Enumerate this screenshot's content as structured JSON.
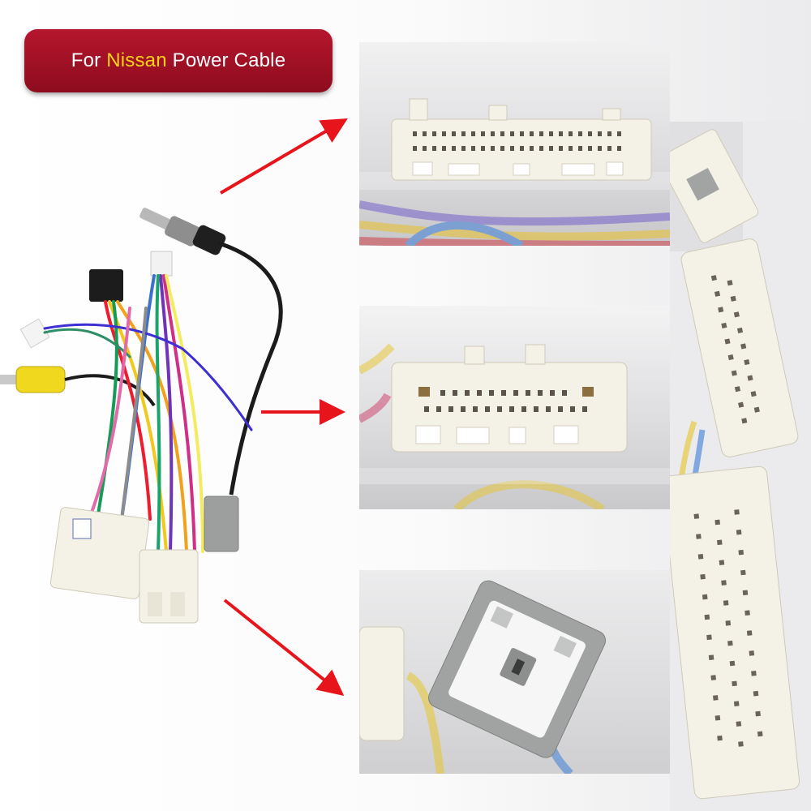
{
  "title": {
    "prefix": "For",
    "brand": "Nissan",
    "suffix": "Power Cable"
  },
  "colors": {
    "badge": "#a3122a",
    "brand_text": "#ffd21a",
    "arrow": "#e8141b",
    "connector": "#f4f1e6",
    "connector_gray": "#9fa1a0",
    "rca_yellow": "#f0d81e"
  },
  "callouts": [
    {
      "name": "top-connector-closeup",
      "pins": "2 rows"
    },
    {
      "name": "middle-connector-closeup",
      "pins": "2 rows"
    },
    {
      "name": "antenna-connector-closeup",
      "pins": "1"
    }
  ]
}
